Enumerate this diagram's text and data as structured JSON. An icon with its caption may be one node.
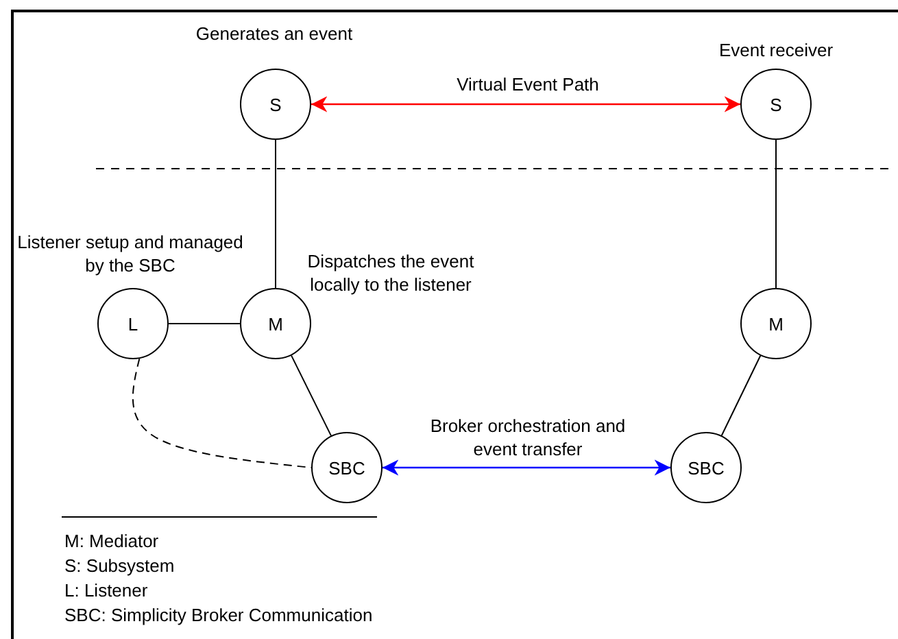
{
  "diagram": {
    "nodes": [
      {
        "text": [
          "S"
        ],
        "beside": [
          "Generates an event"
        ]
      },
      {
        "text": [
          "S"
        ],
        "beside": [
          "Event receiver"
        ]
      },
      {
        "text": [
          "L"
        ],
        "beside": [
          "Listener setup and managed by the SBC"
        ]
      },
      {
        "text": [
          "M"
        ],
        "beside": [
          "Dispatches the event locally to the listener"
        ]
      },
      {
        "text": [
          "M"
        ]
      },
      {
        "text": [
          "SBC"
        ]
      },
      {
        "text": [
          "SBC"
        ]
      }
    ],
    "edges": [
      {
        "from": 0,
        "to": 1,
        "arrow": "both",
        "label": "Virtual Event Path",
        "color": "#ff0000"
      },
      {
        "from": 0,
        "to": 3,
        "arrow": "none"
      },
      {
        "from": 1,
        "to": 4,
        "arrow": "none"
      },
      {
        "from": 2,
        "to": 3,
        "arrow": "none"
      },
      {
        "from": 3,
        "to": 5,
        "arrow": "none"
      },
      {
        "from": 4,
        "to": 6,
        "arrow": "none"
      },
      {
        "from": 2,
        "to": 5,
        "arrow": "none",
        "style": "dashed"
      },
      {
        "from": 5,
        "to": 6,
        "arrow": "both",
        "label": "Broker orchestration and event transfer",
        "color": "#0000ff"
      }
    ],
    "labels": [
      "M: Mediator",
      "S: Subsystem",
      "L: Listener",
      "SBC: Simplicity Broker Communication"
    ]
  }
}
